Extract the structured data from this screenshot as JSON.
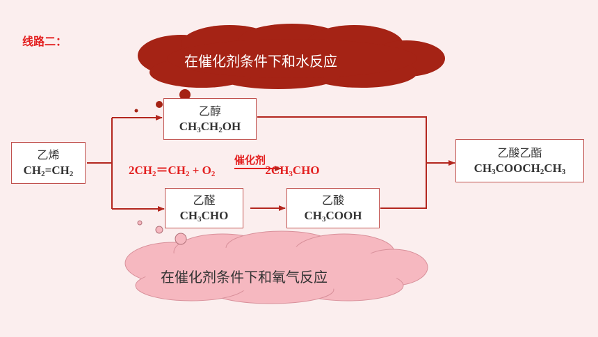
{
  "route_label": "线路二：",
  "top_cloud": {
    "text": "在催化剂条件下和水反应",
    "color": "#a52315",
    "text_color": "#ffffff"
  },
  "bottom_cloud": {
    "text": "在催化剂条件下和氧气反应",
    "color": "#f6b8c0",
    "text_color": "#333333"
  },
  "nodes": {
    "ethylene": {
      "name": "乙烯",
      "formula": [
        "CH",
        "2",
        "=CH",
        "2"
      ]
    },
    "ethanol": {
      "name": "乙醇",
      "formula": [
        "CH",
        "3",
        "CH",
        "2",
        "OH"
      ]
    },
    "acetaldehyde": {
      "name": "乙醛",
      "formula": [
        "CH",
        "3",
        "CHO"
      ]
    },
    "acetic_acid": {
      "name": "乙酸",
      "formula": [
        "CH",
        "3",
        "COOH"
      ]
    },
    "ethyl_acetate": {
      "name": "乙酸乙酯",
      "formula": [
        "CH",
        "3",
        "COOCH",
        "2",
        "CH",
        "3"
      ]
    }
  },
  "equation": {
    "catalyst": "催化剂",
    "parts": [
      "2CH",
      "2",
      "＝CH",
      "2",
      " + O",
      "2",
      "",
      "",
      "2CH",
      "3",
      "CHO"
    ]
  },
  "colors": {
    "box_border": "#c0504d",
    "arrow": "#b3261e",
    "highlight": "#e32020"
  }
}
